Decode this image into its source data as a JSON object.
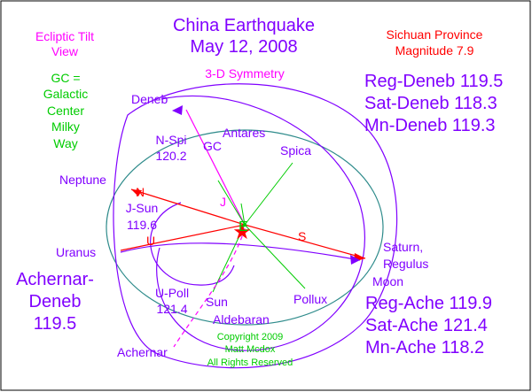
{
  "title": {
    "line1": "China Earthquake",
    "line2": "May 12, 2008",
    "subtitle": "3-D Symmetry"
  },
  "view_label": {
    "line1": "Ecliptic Tilt",
    "line2": "View"
  },
  "gc_legend": {
    "line1": "GC =",
    "line2": "Galactic",
    "line3": "Center",
    "line4": "Milky",
    "line5": "Way"
  },
  "location": {
    "line1": "Sichuan Province",
    "line2": "Magnitude 7.9"
  },
  "deneb_angles": {
    "reg": "Reg-Deneb 119.5",
    "sat": "Sat-Deneb 118.3",
    "mn": "Mn-Deneb 119.3"
  },
  "achernar_angles": {
    "reg": "Reg-Ache 119.9",
    "sat": "Sat-Ache 121.4",
    "mn": "Mn-Ache 118.2"
  },
  "achernar_deneb": {
    "line1": "Achernar-",
    "line2": "Deneb",
    "line3": "119.5"
  },
  "labels": {
    "deneb": "Deneb",
    "antares": "Antares",
    "gc": "GC",
    "spica": "Spica",
    "neptune": "Neptune",
    "uranus": "Uranus",
    "nspi_line1": "N-Spi",
    "nspi_line2": "120.2",
    "jsun_line1": "J-Sun",
    "jsun_line2": "119.6",
    "n": "N",
    "u": "U",
    "j": "J",
    "e": "E",
    "s": "S",
    "saturn_regulus_line1": "Saturn,",
    "saturn_regulus_line2": "Regulus",
    "moon": "Moon",
    "upoll_line1": "U-Poll",
    "upoll_line2": "121.4",
    "sun": "Sun",
    "pollux": "Pollux",
    "aldebaran": "Aldebaran",
    "achernar": "Achernar"
  },
  "copyright": {
    "line1": "Copyright 2009",
    "line2": "Matt Mcdox",
    "line3": "All Rights Reserved"
  },
  "colors": {
    "purple": "#8000ff",
    "magenta": "#ff00ff",
    "green": "#00cc00",
    "red": "#ff0000",
    "teal": "#2e8b8b",
    "blue": "#0000ff"
  }
}
